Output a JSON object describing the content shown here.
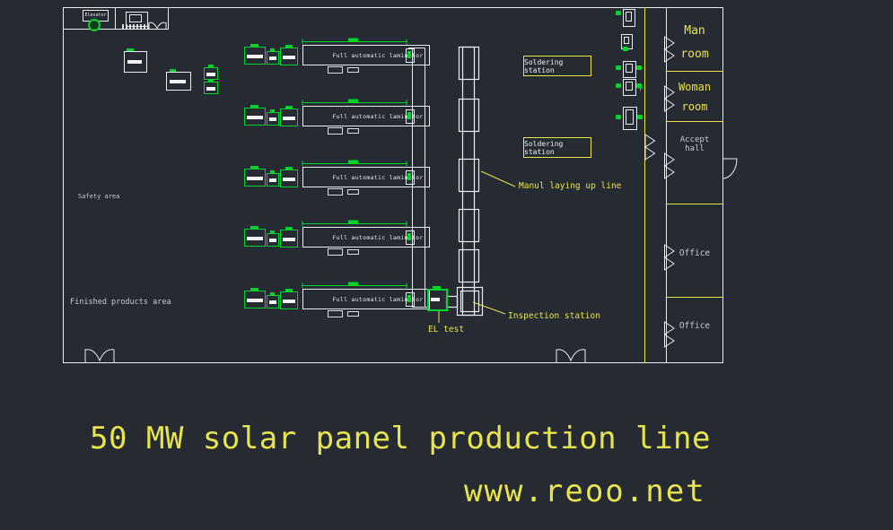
{
  "colors": {
    "background": "#262a33",
    "cad_green": "#00d42c",
    "cad_yellow": "#e7e44d",
    "cad_white": "#edf0f2",
    "gray_text": "#c7cbd1"
  },
  "entry": {
    "elevator_label": "Elevator"
  },
  "labels": {
    "laminator": "Full automatic laminator",
    "soldering": "Soldering station",
    "laying_up": "Manul laying up line",
    "inspection": "Inspection station",
    "el_test": "EL test",
    "safety_area": "Safety area",
    "finished_products": "Finished products area"
  },
  "rooms": [
    {
      "name": "Man room"
    },
    {
      "name": "Woman room"
    },
    {
      "name": "Accept hall"
    },
    {
      "name": "Office"
    },
    {
      "name": "Office"
    }
  ],
  "title": {
    "line1": "50 MW solar panel production line",
    "line2": "www.reoo.net"
  }
}
